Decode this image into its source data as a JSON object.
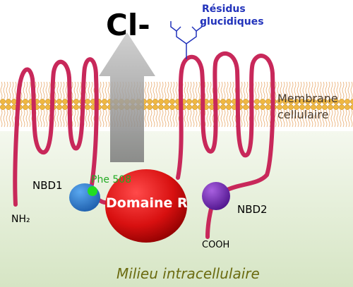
{
  "ion_label": "Cl-",
  "glycan_label_line1": "Résidus",
  "glycan_label_line2": "glucidiques",
  "membrane_label_line1": "Membrane",
  "membrane_label_line2": "cellulaire",
  "nbd1_label": "NBD1",
  "phe_label": "Phe 508",
  "nh2_label": "NH₂",
  "domaine_r_label": "Domaine R",
  "nbd2_label": "NBD2",
  "cooh_label": "COOH",
  "intracellular_label": "Milieu intracellulaire",
  "colors": {
    "protein_chain": "#c8285a",
    "domaine_r": "#e01010",
    "nbd1": "#2a7fd4",
    "nbd2": "#7a2ab8",
    "phe_marker": "#22dd22",
    "glycan": "#2233bb",
    "membrane_head": "#f0b840",
    "intracellular_bg": "#dfe9cf"
  }
}
